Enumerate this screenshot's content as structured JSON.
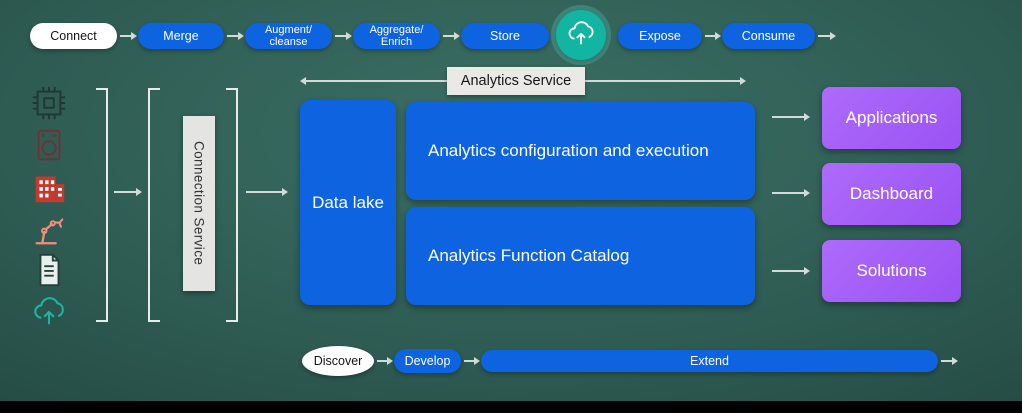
{
  "pipeline": {
    "steps": [
      {
        "variant": "white",
        "lines": [
          "Connect"
        ]
      },
      {
        "variant": "blue",
        "lines": [
          "Merge"
        ]
      },
      {
        "variant": "blue",
        "lines": [
          "Augment/",
          "cleanse"
        ]
      },
      {
        "variant": "blue",
        "lines": [
          "Aggregate/",
          "Enrich"
        ]
      },
      {
        "variant": "blue",
        "lines": [
          "Store"
        ]
      },
      {
        "variant": "icon",
        "icon": "cloud-upload-icon"
      },
      {
        "variant": "blue",
        "lines": [
          "Expose"
        ]
      },
      {
        "variant": "blue",
        "lines": [
          "Consume"
        ]
      }
    ]
  },
  "analytics_service": {
    "label": "Analytics Service"
  },
  "sources": {
    "icons": [
      "cpu-chip-icon",
      "washing-machine-icon",
      "factory-building-icon",
      "robot-arm-icon",
      "document-icon",
      "cloud-upload-icon"
    ]
  },
  "connection_service": {
    "label": "Connection Service"
  },
  "data_lake": {
    "label": "Data lake"
  },
  "analytics_boxes": {
    "config": {
      "label": "Analytics configuration and execution"
    },
    "catalog": {
      "label": "Analytics Function Catalog"
    }
  },
  "outputs": [
    {
      "label": "Applications"
    },
    {
      "label": "Dashboard"
    },
    {
      "label": "Solutions"
    }
  ],
  "bottom_pipeline": {
    "steps": [
      {
        "variant": "white",
        "label": "Discover"
      },
      {
        "variant": "blue",
        "label": "Develop"
      },
      {
        "variant": "blue",
        "label": "Extend"
      }
    ]
  },
  "colors": {
    "node_blue": "#0d63e0",
    "output_purple": "#a55ef7",
    "accent_teal": "#12b5a2",
    "background_teal": "#2f5d54"
  }
}
